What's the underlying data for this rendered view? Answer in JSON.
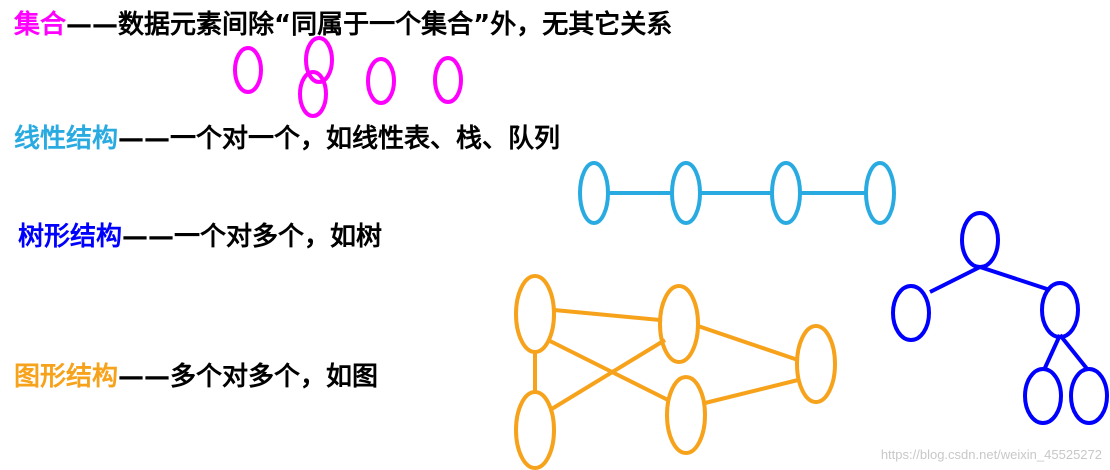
{
  "rows": {
    "set": {
      "term": "集合",
      "dash": "——",
      "desc": "数据元素间除“同属于一个集合”外，无其它关系"
    },
    "linear": {
      "term": "线性结构",
      "dash": "——",
      "desc": "一个对一个，如线性表、栈、队列"
    },
    "tree": {
      "term": "树形结构",
      "dash": "——",
      "desc": "一个对多个，如树"
    },
    "graph": {
      "term": "图形结构",
      "dash": "——",
      "desc": "多个对多个，如图"
    }
  },
  "colors": {
    "set": "#ff00ff",
    "linear": "#29abe2",
    "tree": "#0000ff",
    "graph": "#f7a21b"
  },
  "watermark": "https://blog.csdn.net/weixin_45525272"
}
